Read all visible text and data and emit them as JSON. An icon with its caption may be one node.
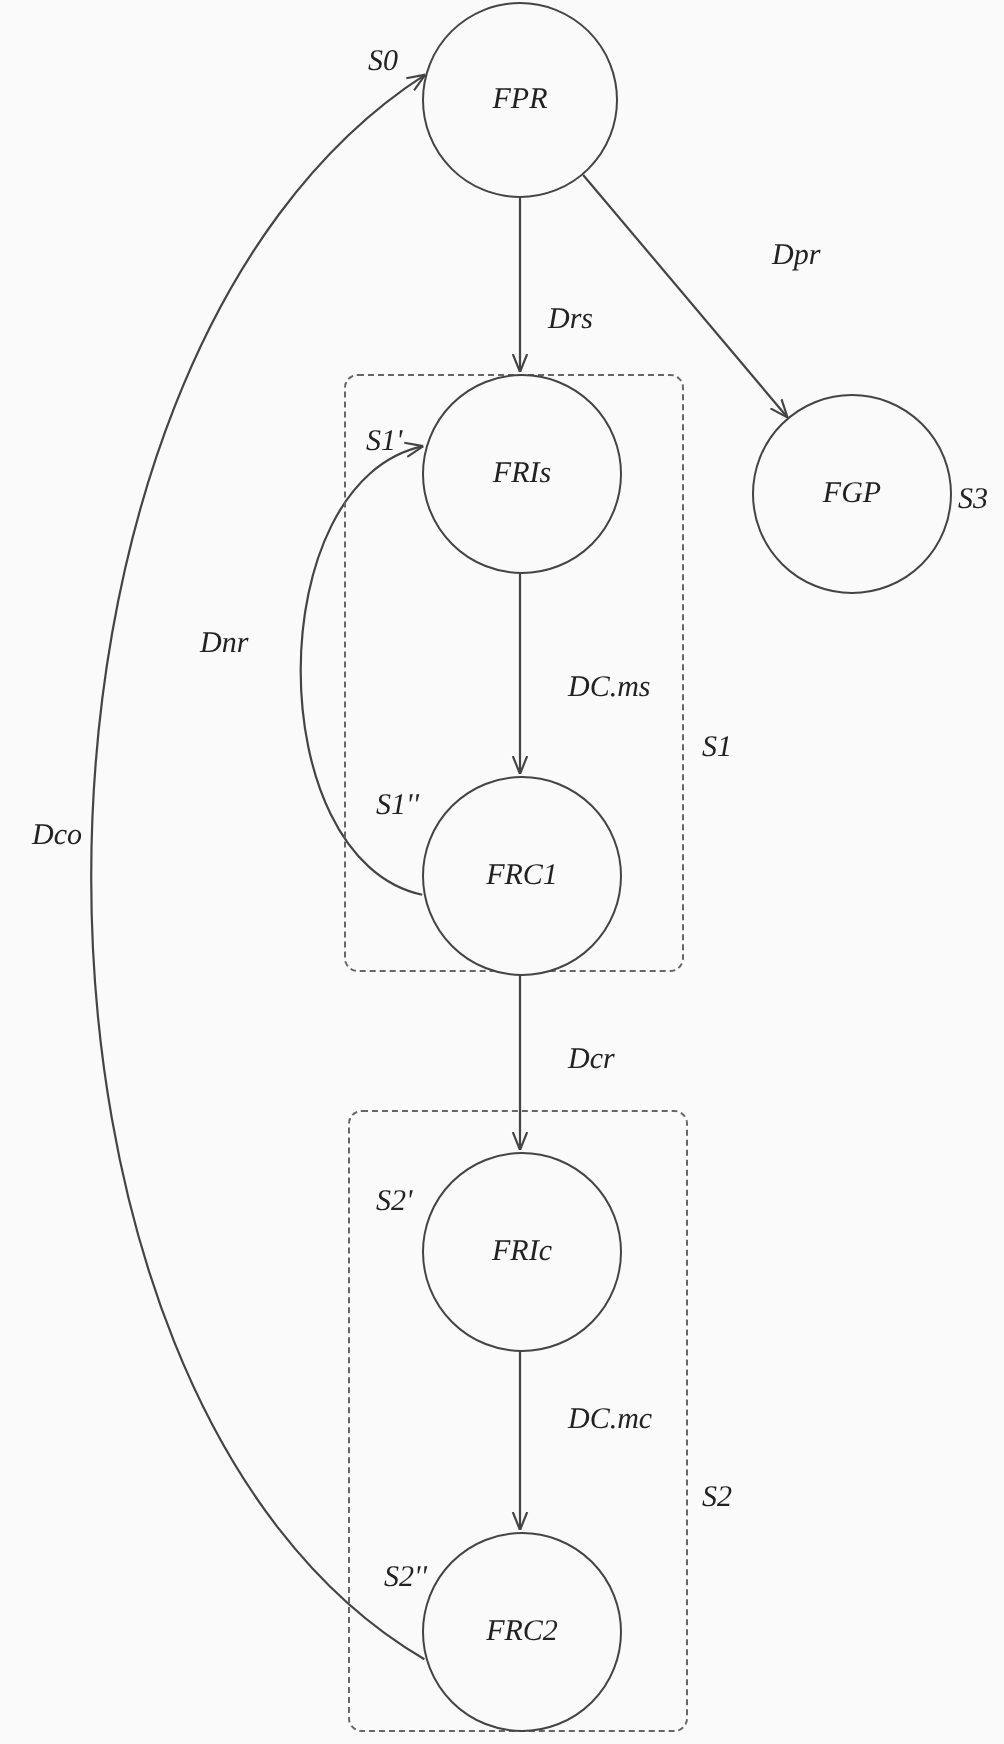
{
  "diagram": {
    "nodes": [
      {
        "text": [
          "FPR"
        ],
        "beside": [
          "S0"
        ]
      },
      {
        "text": [
          "S1"
        ]
      },
      {
        "text": [
          "FRIs"
        ],
        "in": 1,
        "beside": [
          "S1'"
        ]
      },
      {
        "text": [
          "FRC1"
        ],
        "in": 1,
        "beside": [
          "S1''"
        ]
      },
      {
        "text": [
          "FGP"
        ],
        "beside": [
          "S3"
        ]
      },
      {
        "text": [
          "S2"
        ]
      },
      {
        "text": [
          "FRIc"
        ],
        "in": 5,
        "beside": [
          "S2'"
        ]
      },
      {
        "text": [
          "FRC2"
        ],
        "in": 5,
        "beside": [
          "S2''"
        ]
      }
    ],
    "edges": [
      {
        "from": 0,
        "to": 2,
        "arrow": "to",
        "label": "Drs"
      },
      {
        "from": 0,
        "to": 4,
        "arrow": "to",
        "label": "Dpr"
      },
      {
        "from": 2,
        "to": 3,
        "arrow": "to",
        "label": "DC.ms"
      },
      {
        "from": 3,
        "to": 2,
        "arrow": "to",
        "label": "Dnr"
      },
      {
        "from": 3,
        "to": 6,
        "arrow": "to",
        "label": "Dcr"
      },
      {
        "from": 6,
        "to": 7,
        "arrow": "to",
        "label": "DC.mc"
      },
      {
        "from": 7,
        "to": 0,
        "arrow": "to",
        "label": "Dco"
      }
    ]
  }
}
